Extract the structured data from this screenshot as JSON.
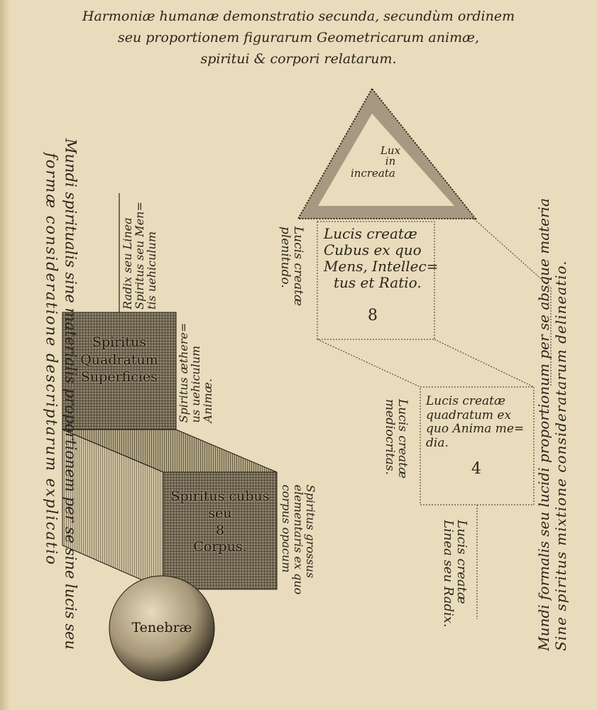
{
  "title": {
    "line1": "Harmoniæ humanæ demonstratio secunda, secundùm ordinem",
    "line2": "seu proportionem figurarum Geometricarum animæ,",
    "line3": "spiritui & corpori relatarum."
  },
  "left_margin": {
    "line1": "Mundi spiritualis sine materialis proportionem per se sine lucis seu",
    "line2": "formæ consideratione descriptarum explicatio"
  },
  "right_margin": {
    "line1": "Mundi formalis seu lucidi proportionum per se absque materia",
    "line2": "Sine spiritus mixtione consideratarum delineatio."
  },
  "triangle": {
    "line1": "Lux",
    "line2": "in",
    "line3": "increata"
  },
  "light_cube": {
    "text": [
      "Lucis creatæ",
      "Cubus ex quo",
      "Mens, Intellec=",
      "tus et Ratio."
    ],
    "number": "8",
    "side_label": [
      "Lucis creatæ",
      "plenitudo."
    ]
  },
  "light_square": {
    "text": [
      "Lucis creatæ",
      "quadratum ex",
      "quo Anima me=",
      "dia."
    ],
    "number": "4",
    "side_label": [
      "Lucis creatæ",
      "mediocritas."
    ]
  },
  "light_line": {
    "label": [
      "Lucis creatæ",
      "Linea seu Radix."
    ]
  },
  "spirit_line": {
    "label": [
      "Radix seu Linea",
      "Spiritus seu Men=",
      "tis uehiculum"
    ]
  },
  "spirit_square": {
    "text": [
      "Spiritus",
      "Quadratum",
      "Superficies"
    ],
    "side_label": [
      "Spiritus æthere=",
      "us uehiculum",
      "Animæ."
    ]
  },
  "spirit_cube": {
    "text": [
      "Spiritus cubus",
      "seu",
      "8",
      "Corpus."
    ],
    "side_label": [
      "Spiritus grossus",
      "elementaris ex quo",
      "corpus opacum"
    ]
  },
  "sphere": {
    "label": "Tenebræ"
  }
}
